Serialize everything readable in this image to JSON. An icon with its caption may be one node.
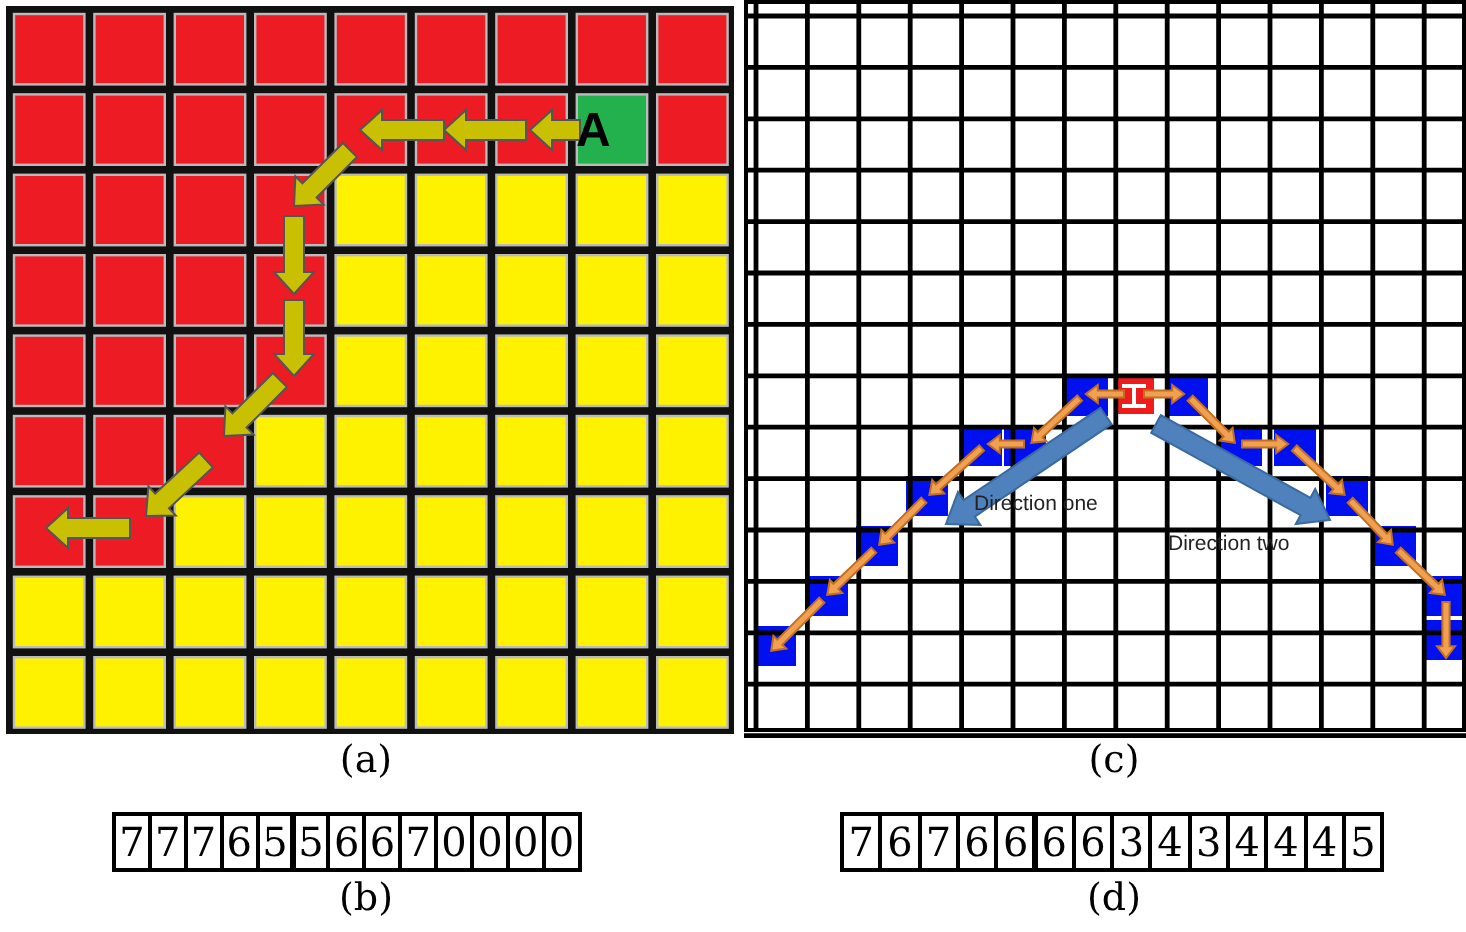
{
  "diagram": {
    "labels": [
      "A",
      "Direction one",
      "Direction two",
      "(a)",
      "(c)",
      "7",
      "7",
      "7",
      "6",
      "5",
      "5",
      "6",
      "6",
      "7",
      "0",
      "0",
      "0",
      "0",
      "7",
      "6",
      "7",
      "6",
      "6",
      "6",
      "6",
      "3",
      "4",
      "3",
      "4",
      "4",
      "4",
      "5",
      "(b)",
      "(d)"
    ]
  }
}
